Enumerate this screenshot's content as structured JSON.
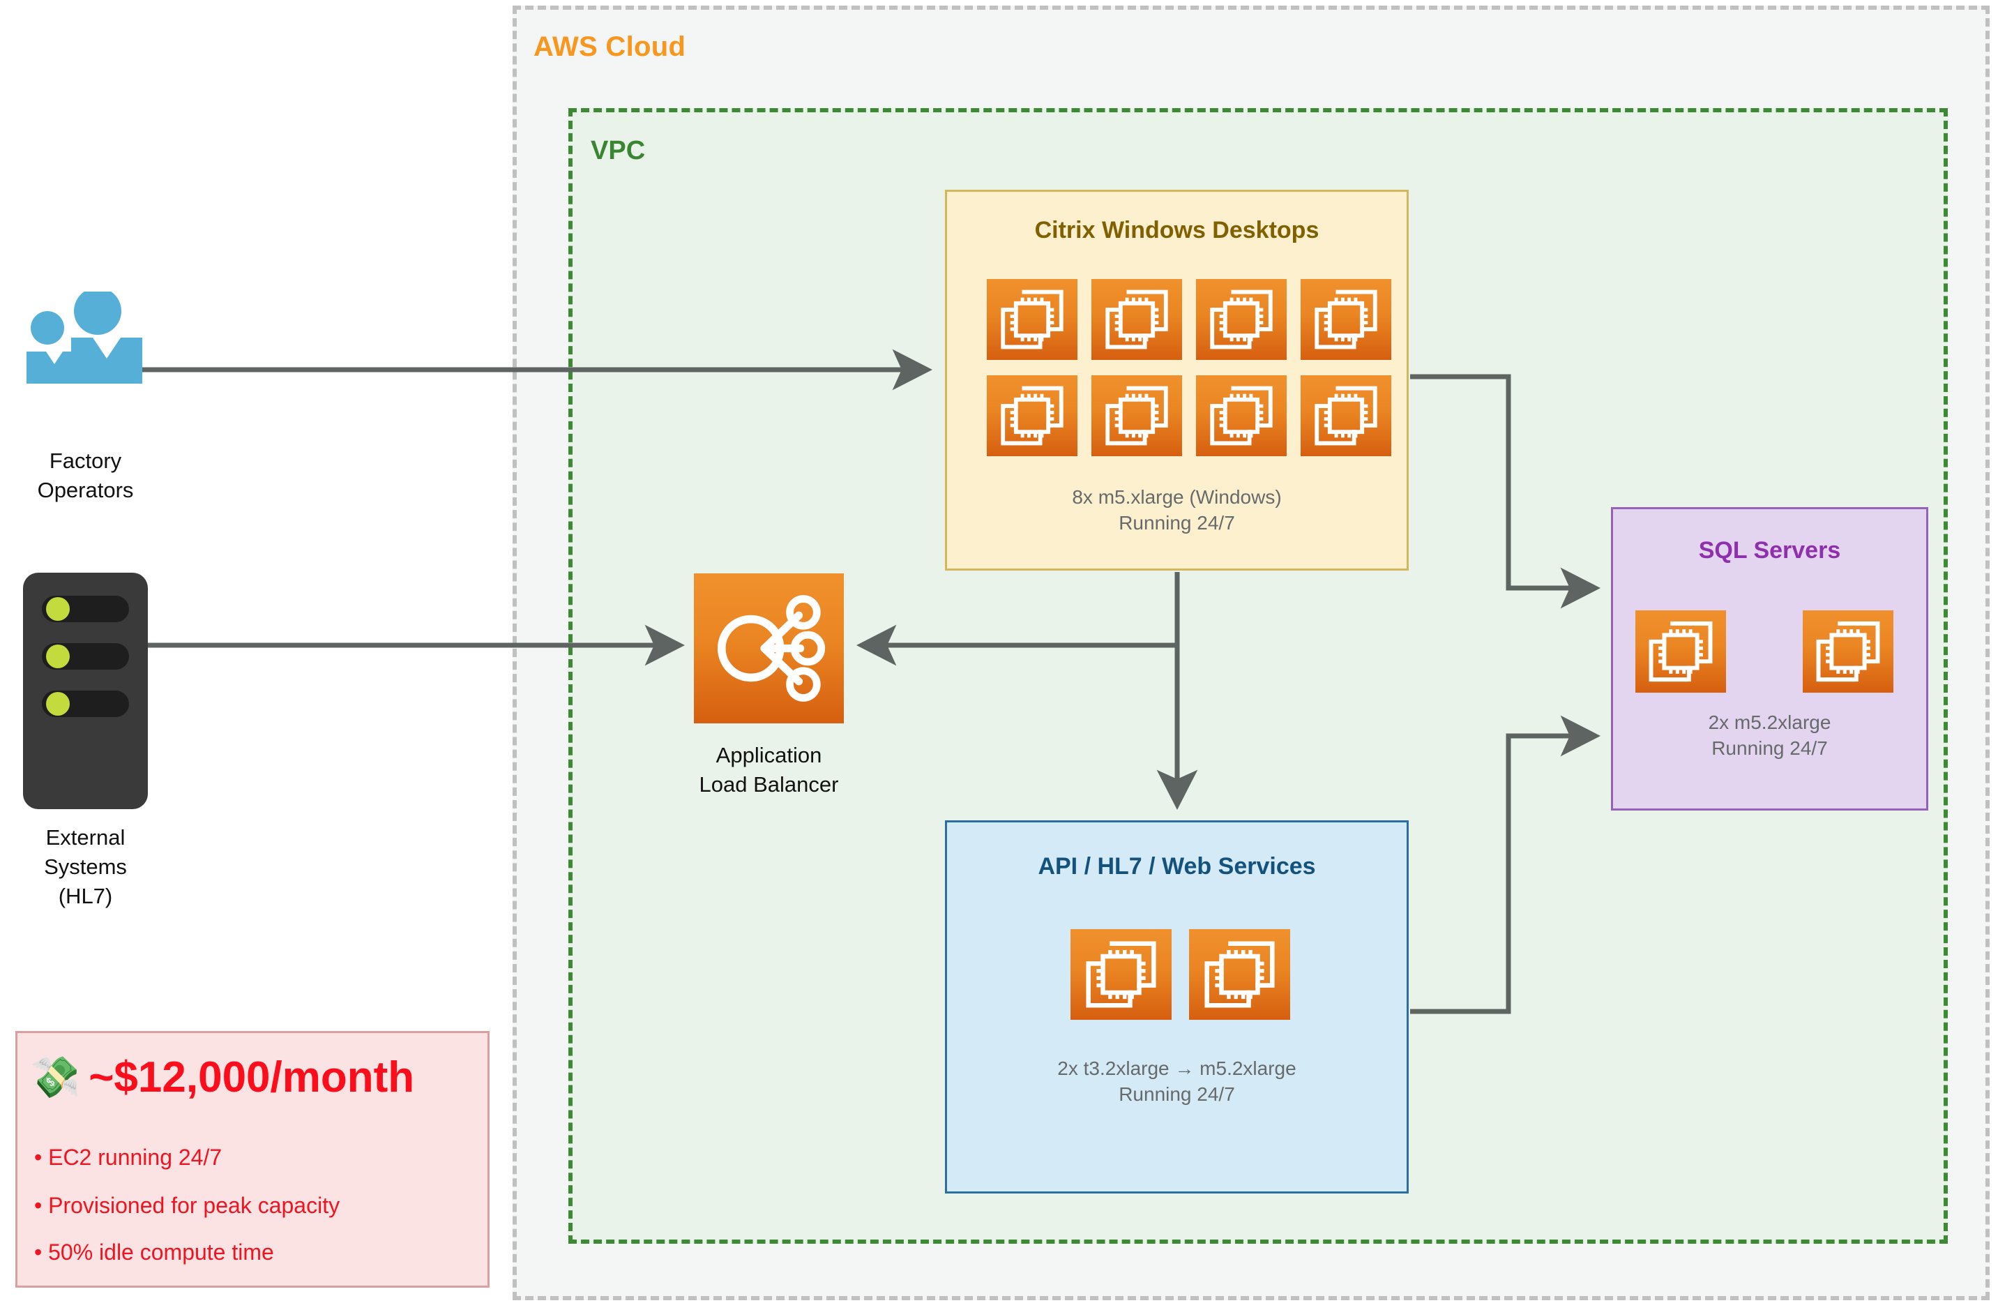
{
  "aws_cloud": {
    "label": "AWS Cloud",
    "accent": "#F7971D",
    "border": "#C0C0C0",
    "fill": "#F4F5F5"
  },
  "vpc": {
    "label": "VPC",
    "accent": "#3A8531",
    "border": "#3C8A34",
    "fill": "#E9F3E9"
  },
  "actors": {
    "users": {
      "label": "Factory\nOperators",
      "icon": "users-icon",
      "color": "#55AFD6"
    },
    "external": {
      "label": "External\nSystems\n(HL7)",
      "icon": "server-icon",
      "body_color": "#3A3A3A",
      "slot_color": "#1E1E1E",
      "led_color": "#C3DB3C"
    }
  },
  "load_balancer": {
    "label": "Application\nLoad Balancer",
    "icon": "load-balancer-icon",
    "color": "#EA8522"
  },
  "groups": {
    "citrix": {
      "title": "Citrix Windows Desktops",
      "caption": "8x m5.xlarge (Windows)\nRunning 24/7",
      "instance_count": 8,
      "instance_type": "m5.xlarge",
      "os": "Windows",
      "schedule": "Running 24/7",
      "fill": "#FDF0CF",
      "border": "#D4B75A",
      "title_color": "#806000"
    },
    "api": {
      "title": "API / HL7 / Web Services",
      "caption": "2x t3.2xlarge → m5.2xlarge\nRunning 24/7",
      "instance_count": 2,
      "instance_type": "t3.2xlarge → m5.2xlarge",
      "schedule": "Running 24/7",
      "fill": "#D5EAF7",
      "border": "#2A6EA6",
      "title_color": "#14527E"
    },
    "sql": {
      "title": "SQL Servers",
      "caption": "2x m5.2xlarge\nRunning 24/7",
      "instance_count": 2,
      "instance_type": "m5.2xlarge",
      "schedule": "Running 24/7",
      "fill": "#E3D5EF",
      "border": "#9661B8",
      "title_color": "#8E2FAD"
    }
  },
  "cost_callout": {
    "emoji": "💸",
    "amount": "~$12,000/month",
    "bullets": [
      "• EC2 running 24/7",
      "• Provisioned for peak capacity",
      "• 50% idle compute time"
    ],
    "fill": "#FCE3E3",
    "border": "#D9A0A0",
    "text_color": "#F01420"
  },
  "connector_color": "#5E6462"
}
